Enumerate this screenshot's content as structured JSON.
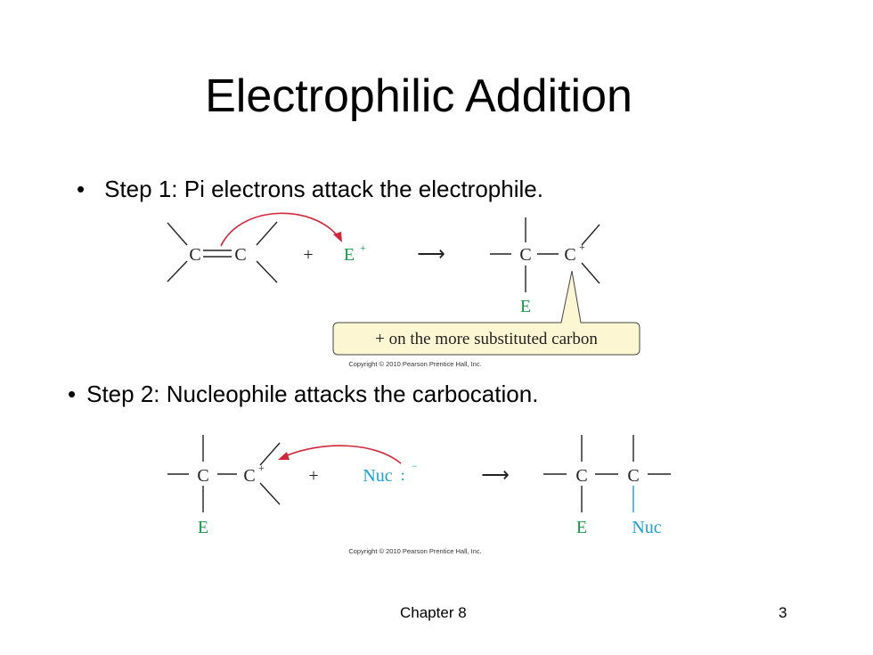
{
  "slide": {
    "title": "Electrophilic Addition",
    "bullet1": "Step 1:  Pi electrons attack the electrophile.",
    "bullet2": "Step 2:  Nucleophile attacks the carbocation.",
    "footer": "Chapter 8",
    "page_number": "3"
  },
  "scheme1": {
    "alkene_c1": "C",
    "alkene_c2": "C",
    "plus": "+",
    "electrophile": "E",
    "electrophile_charge": "+",
    "arrow": "⟶",
    "product_c1": "C",
    "product_c2": "C",
    "product_charge": "+",
    "product_e": "E",
    "callout": "+ on the more substituted carbon",
    "copyright": "Copyright © 2010 Pearson Prentice Hall, Inc."
  },
  "scheme2": {
    "reactant_c1": "C",
    "reactant_c2": "C",
    "reactant_charge": "+",
    "reactant_e": "E",
    "plus": "+",
    "nucleophile": "Nuc",
    "lone_pair": ":",
    "nucleophile_charge": "−",
    "arrow": "⟶",
    "product_c1": "C",
    "product_c2": "C",
    "product_e": "E",
    "product_nuc": "Nuc",
    "copyright": "Copyright © 2010 Pearson Prentice Hall, Inc."
  },
  "colors": {
    "electrophile": "#1a9a4a",
    "nucleophile": "#1aa0d8",
    "curved_arrow": "#d0283a",
    "callout_fill": "#fdf6d2"
  }
}
